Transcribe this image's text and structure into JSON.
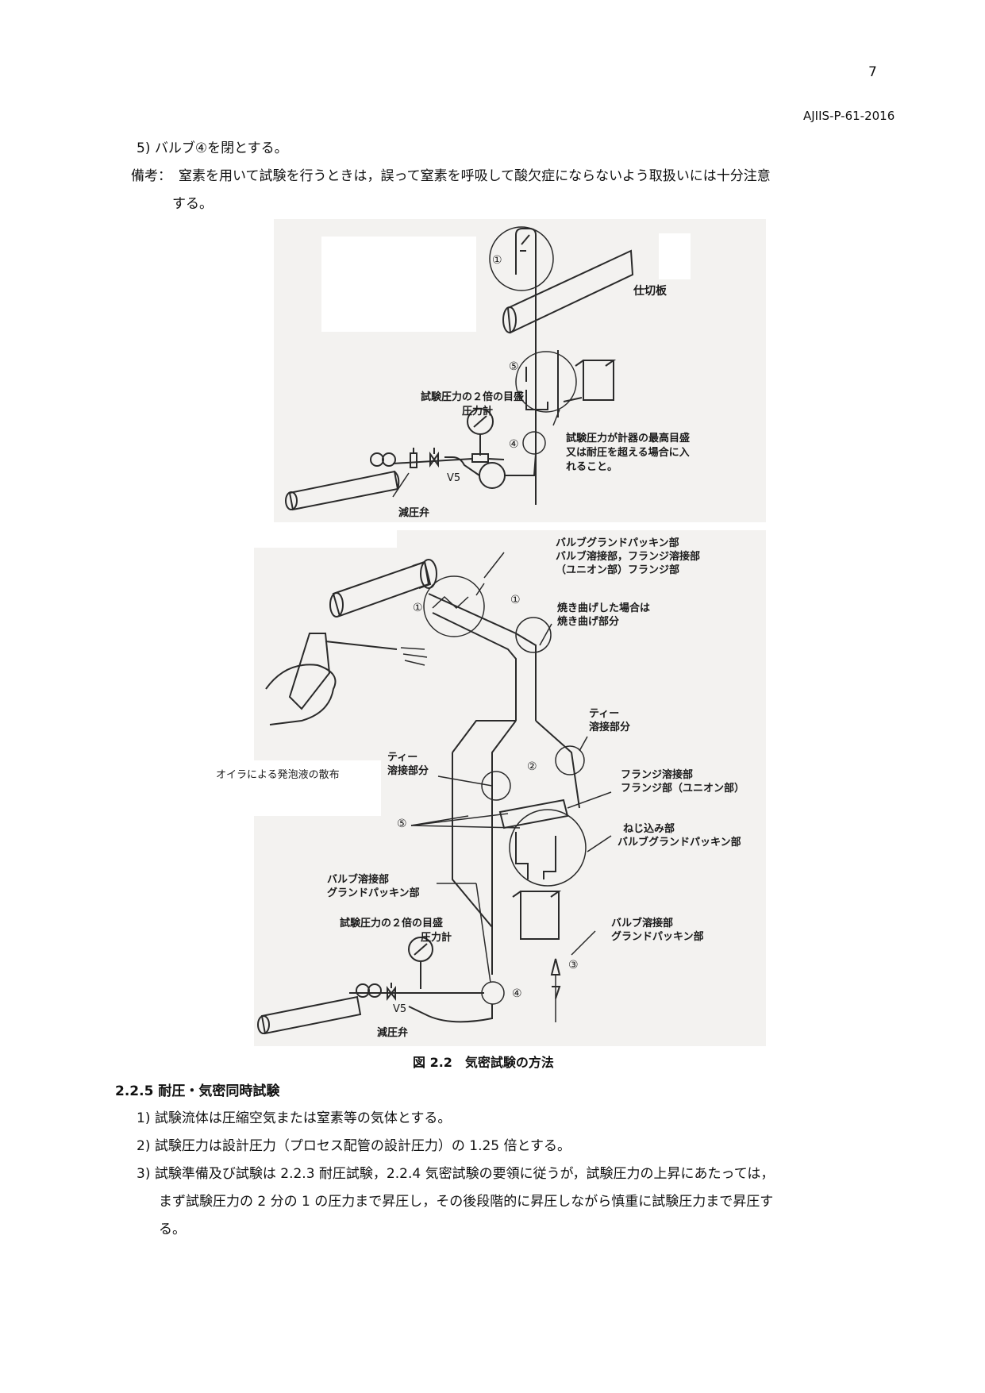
{
  "header": {
    "page_number": "7",
    "doc_code": "AJIIS-P-61-2016"
  },
  "intro": {
    "item5": "5) バルブ④を閉とする。",
    "note_label": "備考：",
    "note_line1": "窒素を用いて試験を行うときは，誤って窒素を呼吸して酸欠症にならないよう取扱いには十分注意",
    "note_line2": "する。"
  },
  "figure_top": {
    "label_partition": "仕切板",
    "label_gauge_line1": "試験圧力の２倍の目盛",
    "label_gauge_line2": "圧力計",
    "label_note_line1": "試験圧力が計器の最高目盛",
    "label_note_line2": "又は耐圧を超える場合に入",
    "label_note_line3": "れること。",
    "label_v5": "V5",
    "label_reducer": "減圧弁",
    "marker_1": "①",
    "marker_4": "④",
    "marker_5": "⑤"
  },
  "figure_bottom": {
    "label_top_1": "バルブグランドパッキン部",
    "label_top_2": "バルブ溶接部，フランジ溶接部",
    "label_top_3": "（ユニオン部）フランジ部",
    "label_bend_1": "焼き曲げした場合は",
    "label_bend_2": "焼き曲げ部分",
    "label_tee_r_1": "ティー",
    "label_tee_r_2": "溶接部分",
    "label_tee_l_1": "ティー",
    "label_tee_l_2": "溶接部分",
    "label_flange_1": "フランジ溶接部",
    "label_flange_2": "フランジ部（ユニオン部）",
    "label_screw_1": "ねじ込み部",
    "label_screw_2": "バルブグランドパッキン部",
    "label_valve_l_1": "バルブ溶接部",
    "label_valve_l_2": "グランドパッキン部",
    "label_valve_r_1": "バルブ溶接部",
    "label_valve_r_2": "グランドパッキン部",
    "label_gauge_1": "試験圧力の２倍の目盛",
    "label_gauge_2": "圧力計",
    "label_oiler": "オイラによる発泡液の散布",
    "label_v5": "V5",
    "label_reducer": "減圧弁",
    "marker_1": "①",
    "marker_2": "②",
    "marker_3": "③",
    "marker_4": "④",
    "marker_5": "⑤"
  },
  "figure_caption": "図 2.2　気密試験の方法",
  "section": {
    "heading": "2.2.5 耐圧・気密同時試験",
    "item1": "1) 試験流体は圧縮空気または窒素等の気体とする。",
    "item2": "2) 試験圧力は設計圧力（プロセス配管の設計圧力）の 1.25 倍とする。",
    "item3_line1": "3) 試験準備及び試験は 2.2.3 耐圧試験，2.2.4 気密試験の要領に従うが，試験圧力の上昇にあたっては，",
    "item3_line2": "まず試験圧力の 2 分の 1 の圧力まで昇圧し，その後段階的に昇圧しながら慎重に試験圧力まで昇圧す",
    "item3_line3": "る。"
  }
}
